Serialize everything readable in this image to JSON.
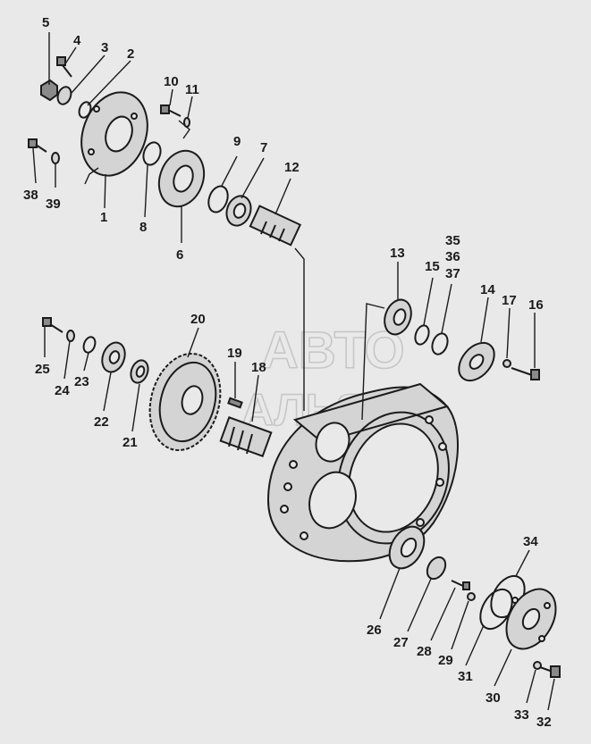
{
  "watermark": {
    "line1": "АВТО",
    "line2": "АЛЬЯНС"
  },
  "callouts": [
    "1",
    "2",
    "3",
    "4",
    "5",
    "6",
    "7",
    "8",
    "9",
    "10",
    "11",
    "12",
    "13",
    "14",
    "15",
    "16",
    "17",
    "18",
    "19",
    "20",
    "21",
    "22",
    "23",
    "24",
    "25",
    "26",
    "27",
    "28",
    "29",
    "30",
    "31",
    "32",
    "33",
    "34",
    "35",
    "36",
    "37",
    "38",
    "39"
  ],
  "colors": {
    "background": "#e9e9e9",
    "ink": "#1b1b1b",
    "watermark": "#c6c6c6"
  }
}
